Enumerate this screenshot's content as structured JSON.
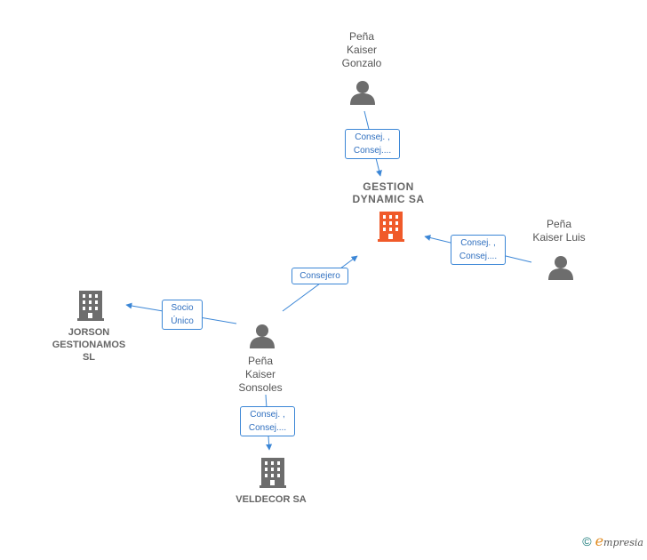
{
  "nodes": {
    "gonzalo": {
      "name": "Peña\nKaiser\nGonzalo",
      "icon": "person-icon"
    },
    "gestion": {
      "name": "GESTION\nDYNAMIC SA",
      "icon": "building-icon",
      "color": "#f05a2a"
    },
    "luis": {
      "name": "Peña\nKaiser Luis",
      "icon": "person-icon"
    },
    "sonsoles": {
      "name": "Peña\nKaiser\nSonsoles",
      "icon": "person-icon"
    },
    "jorson": {
      "name": "JORSON\nGESTIONAMOS\nSL",
      "icon": "building-icon",
      "color": "#6d6d6d"
    },
    "veldecor": {
      "name": "VELDECOR SA",
      "icon": "building-icon",
      "color": "#6d6d6d"
    }
  },
  "edges": {
    "gonzalo_gestion": "Consej. ,\nConsej....",
    "luis_gestion": "Consej. ,\nConsej....",
    "sonsoles_gestion": "Consejero",
    "sonsoles_jorson": "Socio\nÚnico",
    "sonsoles_veldecor": "Consej. ,\nConsej...."
  },
  "colors": {
    "edge": "#3b86d6",
    "person": "#6d6d6d",
    "main_company": "#f05a2a",
    "company": "#6d6d6d"
  },
  "footer": {
    "copyright": "©",
    "brand_initial": "e",
    "brand_rest": "mpresia"
  }
}
